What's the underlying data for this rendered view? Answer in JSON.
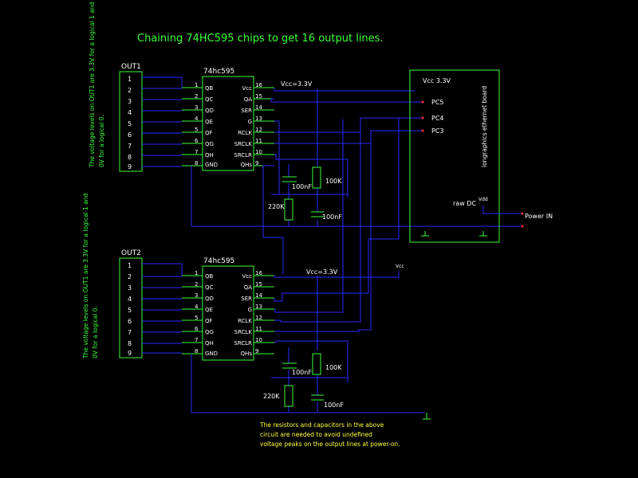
{
  "title": "Chaining 74HC595 chips to get 16 output lines.",
  "out1": {
    "label": "OUT1",
    "pins": [
      "1",
      "2",
      "3",
      "4",
      "5",
      "6",
      "7",
      "8",
      "9"
    ],
    "note_lines": [
      "The voltage levels on OUT1 are 3.3V for a logical 1 and",
      "0V for a logical 0."
    ]
  },
  "out2": {
    "label": "OUT2",
    "pins": [
      "1",
      "2",
      "3",
      "4",
      "5",
      "6",
      "7",
      "8",
      "9"
    ],
    "note_lines": [
      "The voltage levels on OUT1 are 3.3V for a logical 1 and",
      "0V for a logical 0."
    ]
  },
  "chip1": {
    "name": "74hc595",
    "left_pins": [
      "1",
      "2",
      "3",
      "4",
      "5",
      "6",
      "7",
      "8"
    ],
    "left_names": [
      "QB",
      "QC",
      "QD",
      "QE",
      "QF",
      "QG",
      "QH",
      "GND"
    ],
    "right_pins": [
      "16",
      "15",
      "14",
      "13",
      "12",
      "11",
      "10",
      "9"
    ],
    "right_names": [
      "Vcc",
      "QA",
      "SER",
      "G",
      "RCLK",
      "SRCLK",
      "SRCLR",
      "QHs"
    ]
  },
  "chip2": {
    "name": "74hc595",
    "left_pins": [
      "1",
      "2",
      "3",
      "4",
      "5",
      "6",
      "7",
      "8"
    ],
    "left_names": [
      "QB",
      "QC",
      "QD",
      "QE",
      "QF",
      "QG",
      "QH",
      "GND"
    ],
    "right_pins": [
      "16",
      "15",
      "14",
      "13",
      "12",
      "11",
      "10",
      "9"
    ],
    "right_names": [
      "Vcc",
      "QA",
      "SER",
      "G",
      "RCLK",
      "SRCLK",
      "SRCLR",
      "QHs"
    ]
  },
  "labels": {
    "vcc1": "Vcc=3.3V",
    "vcc2": "Vcc=3.3V",
    "vcc_small": "Vcc",
    "c1": "100nF",
    "c2": "100nF",
    "c3": "100nF",
    "c4": "100nF",
    "r1": "100K",
    "r2": "220K",
    "r3": "100K",
    "r4": "220K"
  },
  "board": {
    "vcc": "Vcc 3.3V",
    "name": "longraphics ethernet board",
    "pins": [
      "PC5",
      "PC4",
      "PC3"
    ],
    "raw_dc": "raw DC",
    "vdd": "Vdd",
    "power_in": "Power IN"
  },
  "footnote": [
    "The resistors and capacitors in the above",
    "circuit are needed to avoid undefined",
    "voltage peaks on the output lines at power-on."
  ],
  "colors": {
    "component": "#3cff3c",
    "wire": "#2a2aff",
    "text": "#ffffff",
    "title": "#3cff3c",
    "pin_dot": "#ff3030"
  }
}
